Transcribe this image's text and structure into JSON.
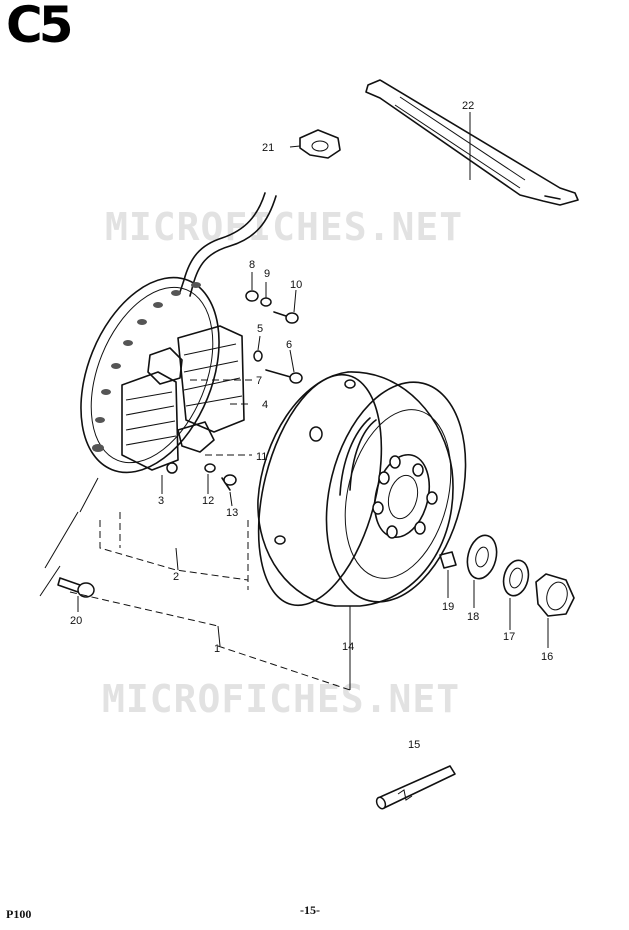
{
  "header": {
    "page_code": "C5"
  },
  "watermarks": [
    "MICROFICHES.NET",
    "MICROFICHES.NET"
  ],
  "part_labels": {
    "p1": "1",
    "p2": "2",
    "p3": "3",
    "p4": "4",
    "p5": "5",
    "p6": "6",
    "p7": "7",
    "p8": "8",
    "p9": "9",
    "p10": "10",
    "p11": "11",
    "p12": "12",
    "p13": "13",
    "p14": "14",
    "p15": "15",
    "p16": "16",
    "p17": "17",
    "p18": "18",
    "p19": "19",
    "p20": "20",
    "p21": "21",
    "p22": "22"
  },
  "footer": {
    "model": "P100",
    "page_number": "-15-"
  }
}
